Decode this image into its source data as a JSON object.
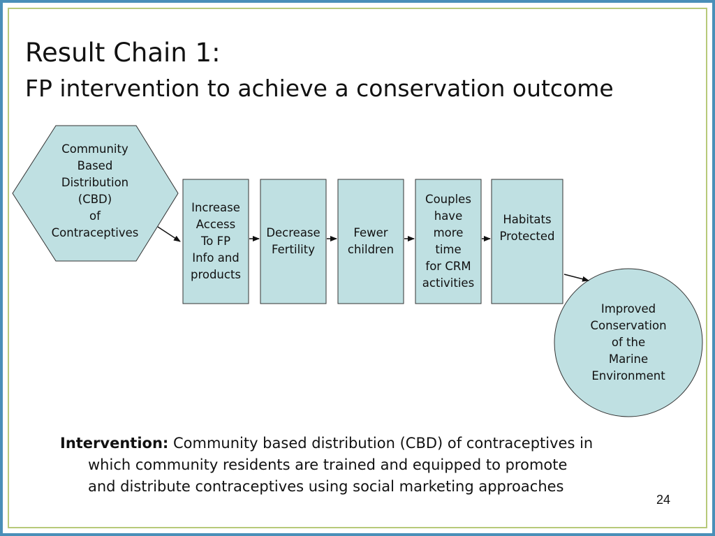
{
  "slide": {
    "title": "Result Chain 1:",
    "subtitle": "FP intervention to achieve a conservation outcome",
    "page_number": "24"
  },
  "diagram": {
    "colors": {
      "node_fill": "#bfe0e2",
      "node_stroke": "#333333",
      "arrow": "#111111",
      "frame_outer": "#4a8fb8",
      "frame_inner": "#b7c97a"
    },
    "nodes": [
      {
        "id": "cbd",
        "shape": "hexagon",
        "label": "Community\nBased\nDistribution\n(CBD)\nof\nContraceptives"
      },
      {
        "id": "access",
        "shape": "rectangle",
        "label": "Increase\nAccess\nTo FP\nInfo and\nproducts"
      },
      {
        "id": "fertility",
        "shape": "rectangle",
        "label": "Decrease\nFertility"
      },
      {
        "id": "children",
        "shape": "rectangle",
        "label": "Fewer\nchildren"
      },
      {
        "id": "time",
        "shape": "rectangle",
        "label": "Couples\nhave\nmore\ntime\nfor CRM\nactivities"
      },
      {
        "id": "habitats",
        "shape": "rectangle",
        "label": "Habitats\nProtected"
      },
      {
        "id": "conservation",
        "shape": "circle",
        "label": "Improved\nConservation\nof the\nMarine\nEnvironment"
      }
    ],
    "edges": [
      {
        "from": "cbd",
        "to": "access"
      },
      {
        "from": "access",
        "to": "fertility"
      },
      {
        "from": "fertility",
        "to": "children"
      },
      {
        "from": "children",
        "to": "time"
      },
      {
        "from": "time",
        "to": "habitats"
      },
      {
        "from": "habitats",
        "to": "conservation"
      }
    ]
  },
  "intervention": {
    "label": "Intervention:",
    "line1": " Community based distribution (CBD) of contraceptives in",
    "line2": "which community residents are trained and equipped to promote",
    "line3": "and distribute contraceptives using social marketing approaches"
  }
}
